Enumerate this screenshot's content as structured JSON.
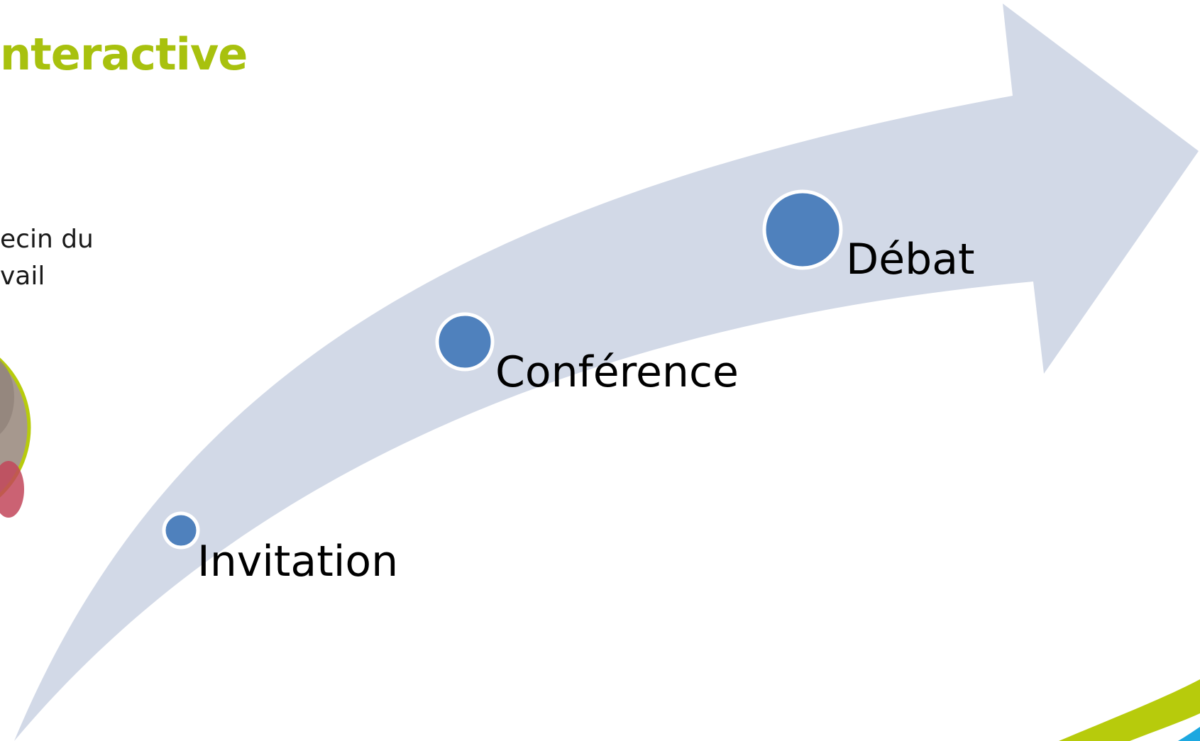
{
  "slide": {
    "title": "nteractive",
    "side_text": [
      "ecin du",
      "vail"
    ]
  },
  "steps": [
    {
      "label": "Invitation"
    },
    {
      "label": "Conférence"
    },
    {
      "label": "Débat"
    }
  ],
  "colors": {
    "accent": "#A8C10E",
    "arrow": "#D2D9E7",
    "node": "#4F81BD",
    "node_ring": "#FFFFFF",
    "deco_green": "#B7CB0C",
    "deco_blue": "#1DA8E0",
    "photo_tone": "#A6988E"
  }
}
